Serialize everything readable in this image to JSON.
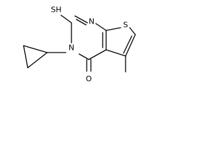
{
  "molecule": {
    "atoms": {
      "thiol": "SH",
      "ring_nitrogen_top": "N",
      "thiophene_sulfur": "S",
      "ring_nitrogen_substituted": "N",
      "carbonyl_oxygen": "O"
    }
  }
}
